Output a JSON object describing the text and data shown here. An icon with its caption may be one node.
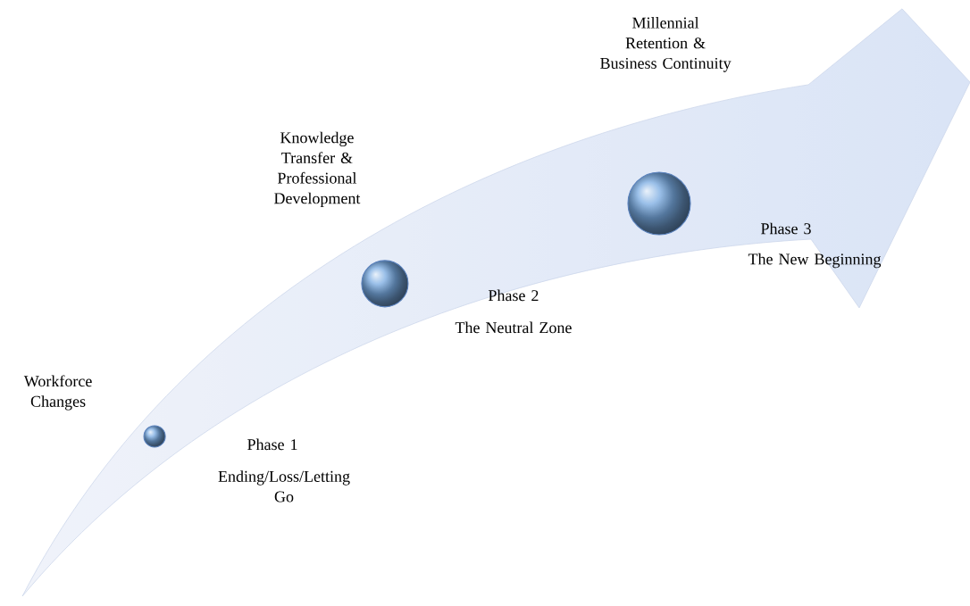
{
  "diagram": {
    "nodes": [
      {
        "text": [],
        "shape": "circle",
        "beside": [
          "Phase 1",
          "Ending/Loss/Letting Go"
        ]
      },
      {
        "text": [],
        "shape": "circle",
        "beside": [
          "Phase 2",
          "The Neutral Zone"
        ]
      },
      {
        "text": [],
        "shape": "circle",
        "beside": [
          "Phase 3",
          "The New Beginning"
        ]
      }
    ],
    "labels": [
      "Millennial Retention & Business Continuity",
      "Knowledge Transfer & Professional Development",
      "Workforce Changes"
    ]
  }
}
